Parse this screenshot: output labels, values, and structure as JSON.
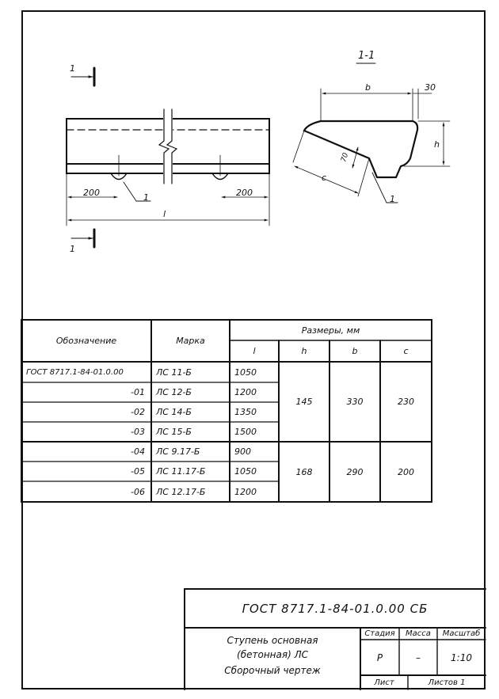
{
  "drawing": {
    "section_cut_label": "1",
    "section_title": "1-1",
    "dims": {
      "left_offset": "200",
      "right_offset": "200",
      "length": "l",
      "top_width": "b",
      "top_edge": "30",
      "height": "h",
      "step": "70",
      "slope": "c"
    },
    "callout": "1"
  },
  "table": {
    "col_designation": "Обозначение",
    "col_mark": "Марка",
    "col_sizes": "Размеры, мм",
    "sub_l": "l",
    "sub_h": "h",
    "sub_b": "b",
    "sub_c": "c",
    "rows": [
      {
        "designation": "ГОСТ 8717.1-84-01.0.00",
        "mark": "ЛС 11-Б",
        "l": "1050"
      },
      {
        "designation": "-01",
        "mark": "ЛС 12-Б",
        "l": "1200"
      },
      {
        "designation": "-02",
        "mark": "ЛС 14-Б",
        "l": "1350"
      },
      {
        "designation": "-03",
        "mark": "ЛС 15-Б",
        "l": "1500"
      },
      {
        "designation": "-04",
        "mark": "ЛС 9.17-Б",
        "l": "900"
      },
      {
        "designation": "-05",
        "mark": "ЛС 11.17-Б",
        "l": "1050"
      },
      {
        "designation": "-06",
        "mark": "ЛС 12.17-Б",
        "l": "1200"
      }
    ],
    "group1": {
      "h": "145",
      "b": "330",
      "c": "230"
    },
    "group2": {
      "h": "168",
      "b": "290",
      "c": "200"
    }
  },
  "title_block": {
    "code": "ГОСТ 8717.1-84-01.0.00 СБ",
    "name_line1": "Ступень основная",
    "name_line2": "(бетонная) ЛС",
    "name_line3": "Сборочный чертеж",
    "stage_label": "Стадия",
    "mass_label": "Масса",
    "scale_label": "Масштаб",
    "stage_value": "Р",
    "mass_value": "–",
    "scale_value": "1:10",
    "sheet_label": "Лист",
    "sheets_label": "Листов 1"
  }
}
